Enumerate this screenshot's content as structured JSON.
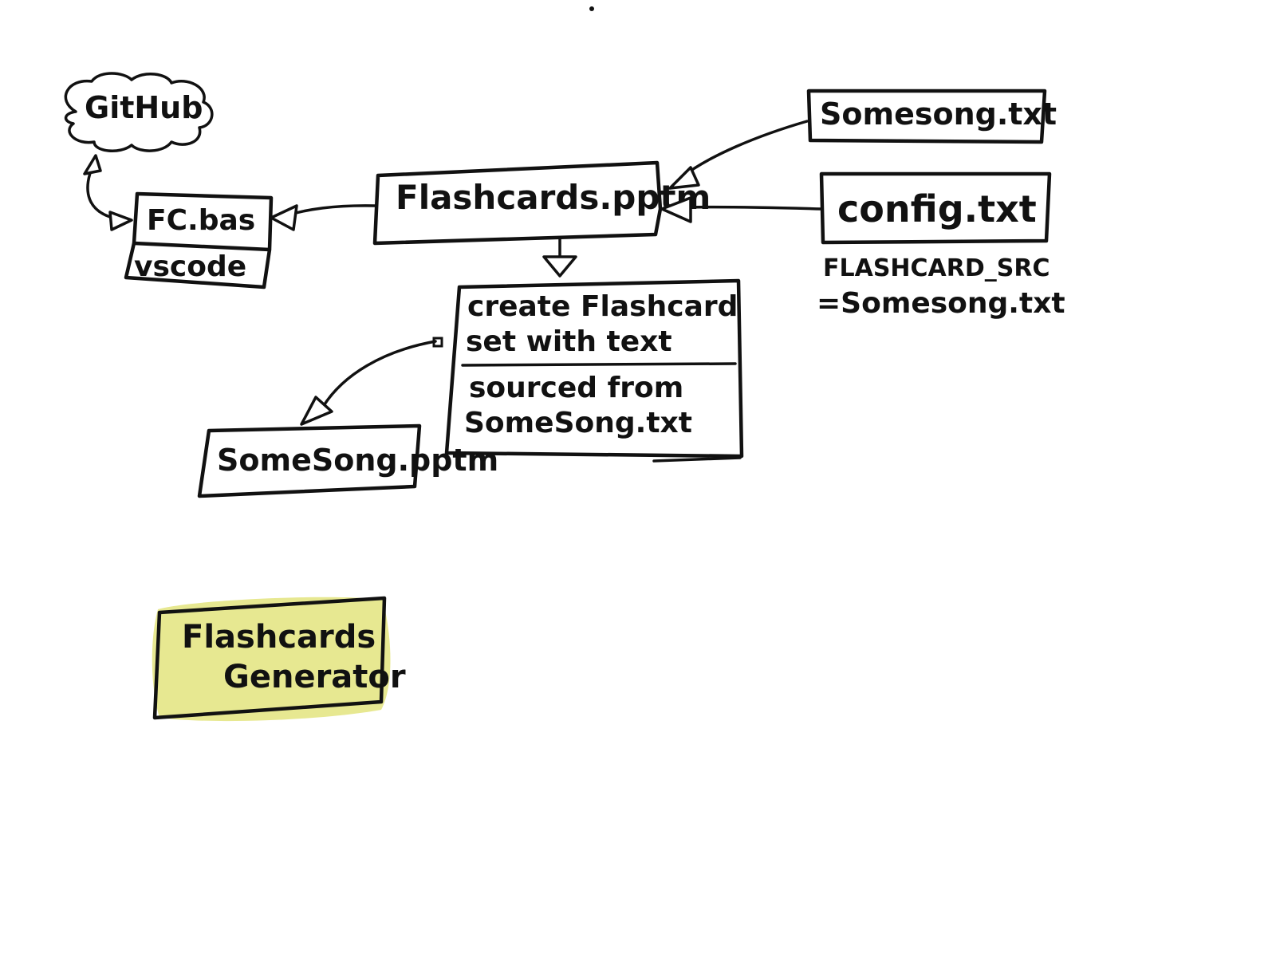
{
  "nodes": {
    "github": "GitHub",
    "fc_bas": "FC.bas",
    "vscode": "vscode",
    "flashcards_pptm": "Flashcards.pptm",
    "somesong_txt": "Somesong.txt",
    "config_txt": "config.txt",
    "config_note_line1": "FLASHCARD_SRC",
    "config_note_line2": "=Somesong.txt",
    "create_line1": "create Flashcard",
    "create_line2": "set with text",
    "create_line3": "sourced from",
    "create_line4": "SomeSong.txt",
    "somesong_pptm": "SomeSong.pptm",
    "title_line1": "Flashcards",
    "title_line2": "Generator"
  },
  "colors": {
    "ink": "#111111",
    "highlight": "#e4e685",
    "background": "#ffffff"
  }
}
